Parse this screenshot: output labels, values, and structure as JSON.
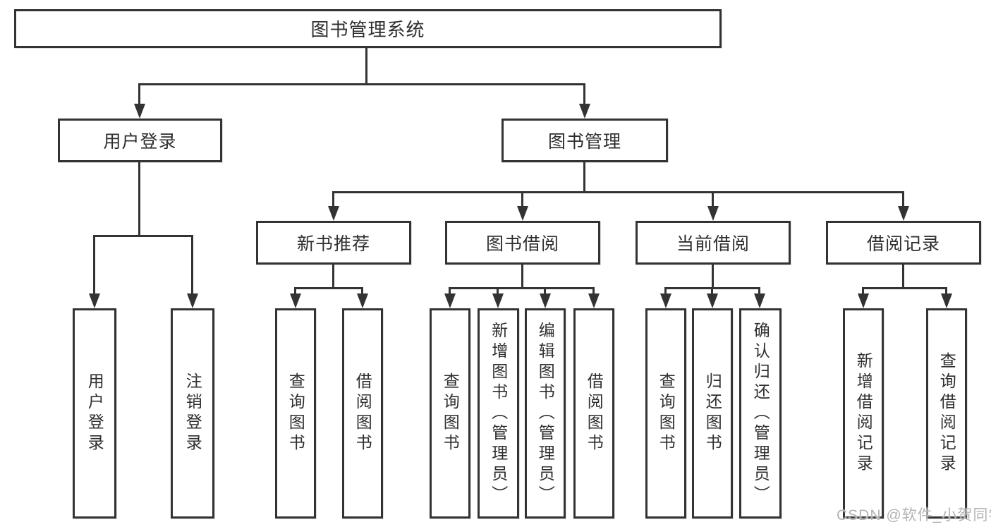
{
  "diagram": {
    "title": "图书管理系统",
    "login": {
      "label": "用户登录",
      "children": [
        {
          "label": "用户登录"
        },
        {
          "label": "注销登录"
        }
      ]
    },
    "management": {
      "label": "图书管理",
      "sections": [
        {
          "label": "新书推荐",
          "children": [
            {
              "label": "查询图书"
            },
            {
              "label": "借阅图书"
            }
          ]
        },
        {
          "label": "图书借阅",
          "children": [
            {
              "label": "查询图书"
            },
            {
              "label": "新增图书（管理员）"
            },
            {
              "label": "编辑图书（管理员）"
            },
            {
              "label": "借阅图书"
            }
          ]
        },
        {
          "label": "当前借阅",
          "children": [
            {
              "label": "查询图书"
            },
            {
              "label": "归还图书"
            },
            {
              "label": "确认归还（管理员）"
            }
          ]
        },
        {
          "label": "借阅记录",
          "children": [
            {
              "label": "新增借阅记录"
            },
            {
              "label": "查询借阅记录"
            }
          ]
        }
      ]
    }
  },
  "watermark": {
    "text": "CSDN @软件_小贺同学"
  },
  "colors": {
    "line": "#333333",
    "text": "#2f2f2f",
    "watermark": "#b3b3b3",
    "background": "#ffffff"
  }
}
